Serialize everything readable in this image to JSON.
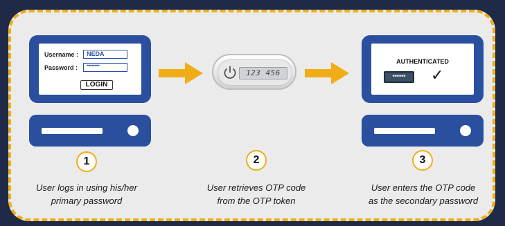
{
  "steps": [
    {
      "number": "1",
      "caption_line1": "User logs in using his/her",
      "caption_line2": "primary password"
    },
    {
      "number": "2",
      "caption_line1": "User retrieves OTP code",
      "caption_line2": "from the OTP token"
    },
    {
      "number": "3",
      "caption_line1": "User enters the OTP code",
      "caption_line2": "as the secondary password"
    }
  ],
  "login": {
    "username_label": "Username :",
    "username_value": "NEDA",
    "password_label": "Password :",
    "password_value": "**********",
    "button_label": "LOGIN"
  },
  "token": {
    "otp_code": "123 456",
    "power_icon": "power-icon"
  },
  "auth": {
    "title": "AUTHENTICATED",
    "masked_code": "******",
    "check_icon": "checkmark-icon"
  },
  "colors": {
    "background": "#1f2a48",
    "panel": "#ebebeb",
    "accent": "#f0ad15",
    "monitor": "#2a4f9f"
  }
}
